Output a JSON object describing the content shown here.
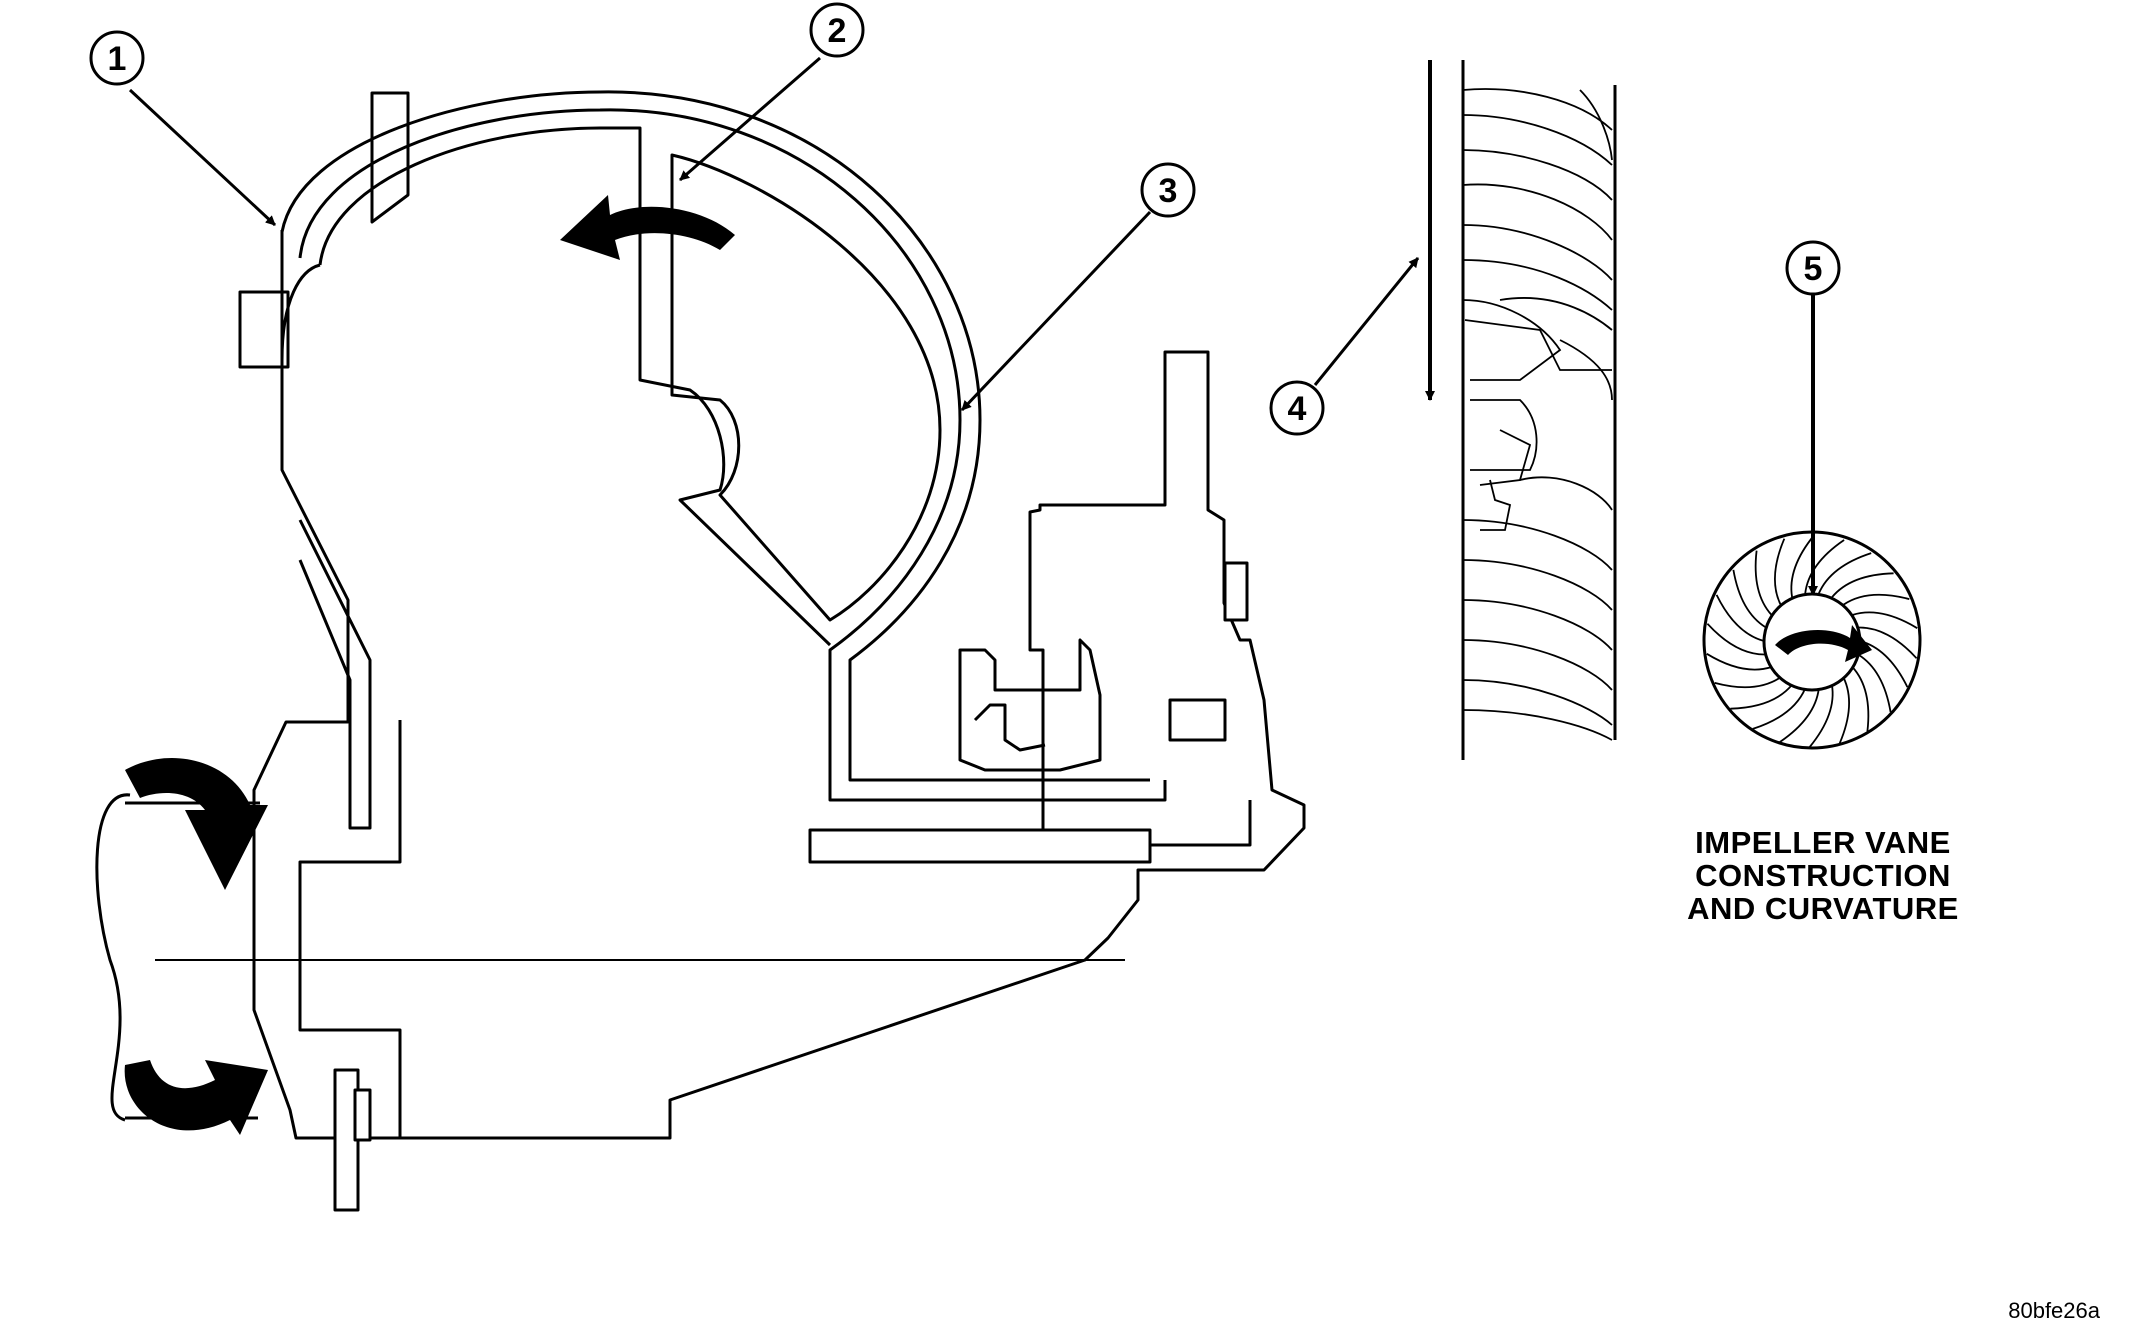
{
  "callouts": {
    "c1": "1",
    "c2": "2",
    "c3": "3",
    "c4": "4",
    "c5": "5"
  },
  "caption": {
    "line1": "IMPELLER VANE",
    "line2": "CONSTRUCTION",
    "line3": "AND CURVATURE"
  },
  "figure_id": "80bfe26a",
  "colors": {
    "ink": "#000000",
    "paper": "#ffffff"
  }
}
